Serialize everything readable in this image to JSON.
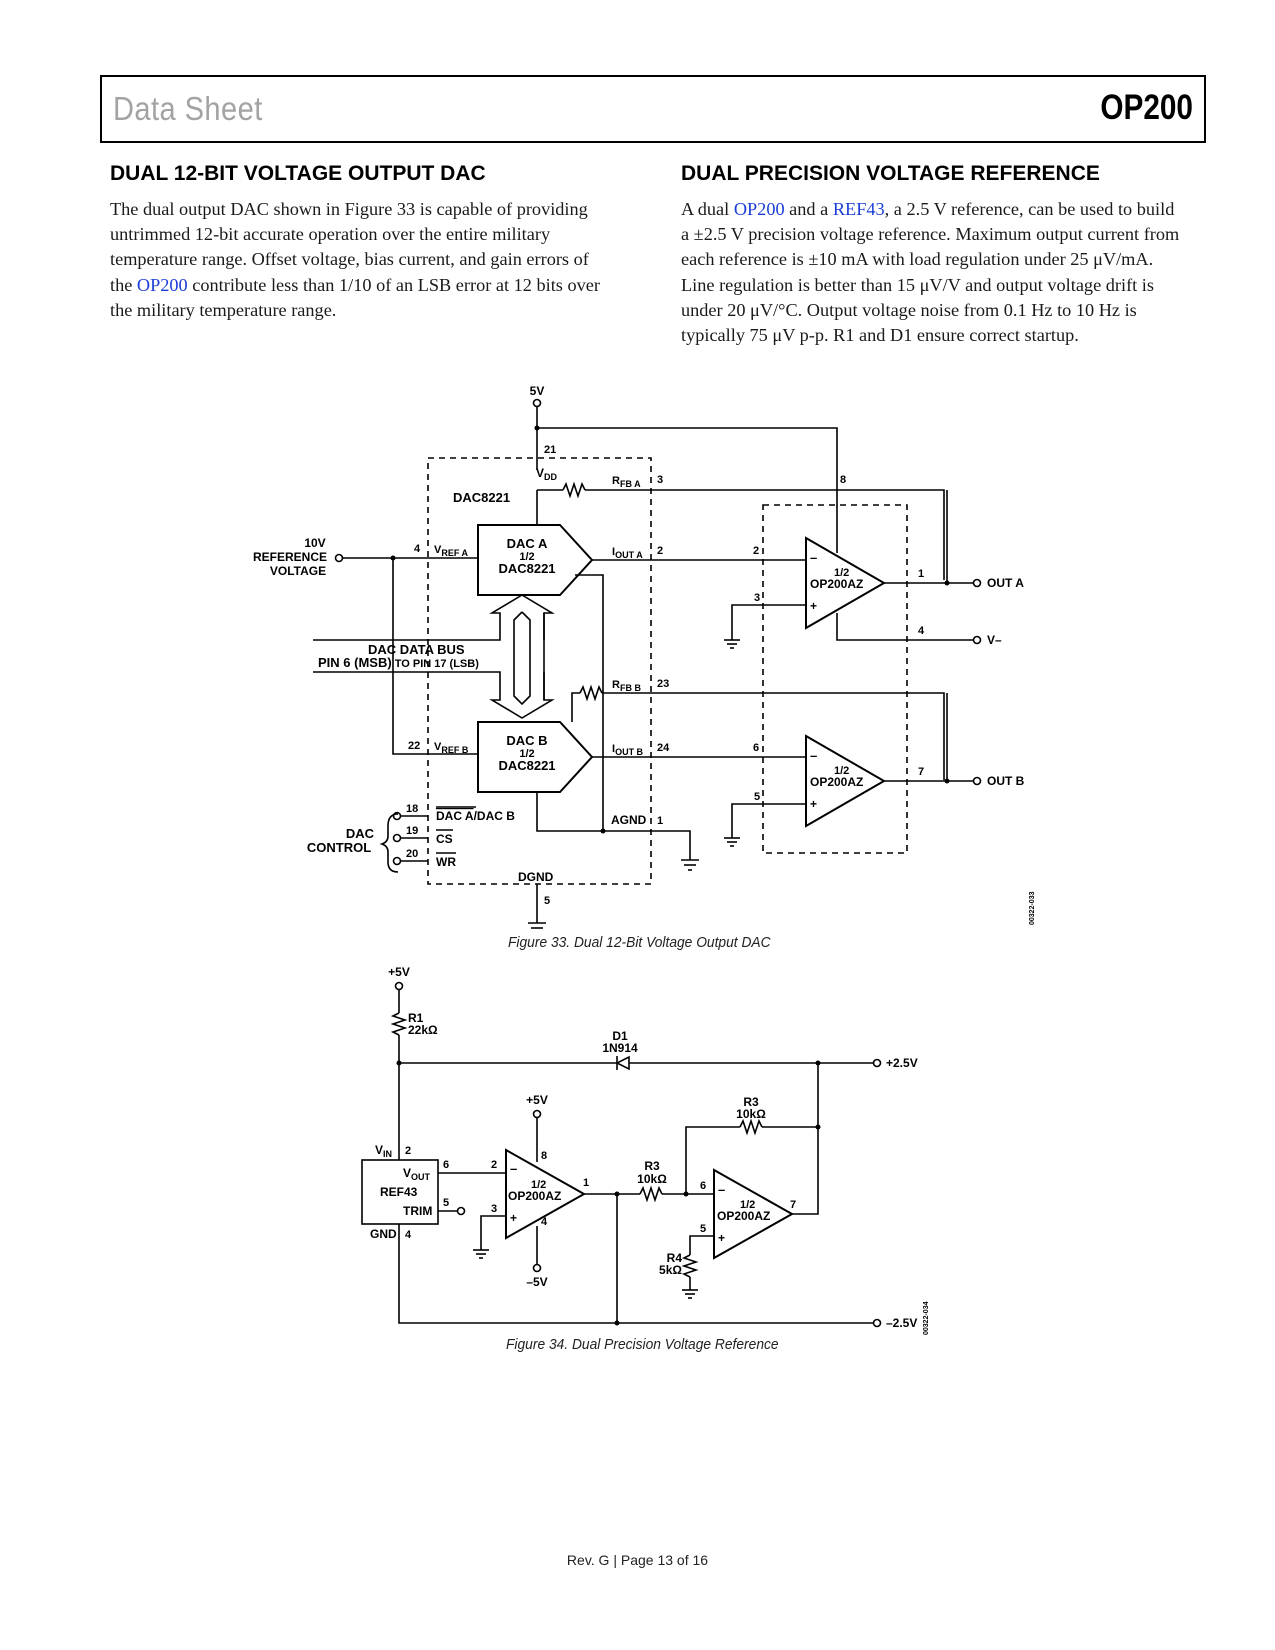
{
  "header": {
    "left_title": "Data Sheet",
    "right_title": "OP200"
  },
  "left_section": {
    "title": "DUAL 12-BIT VOLTAGE OUTPUT DAC",
    "body_1": "The dual output DAC shown in Figure 33 is capable of providing untrimmed 12-bit accurate operation over the entire military temperature range. Offset voltage, bias current, and gain errors of the ",
    "link": "OP200",
    "body_2": " contribute less than 1/10 of an LSB error at 12 bits over the military temperature range."
  },
  "right_section": {
    "title": "DUAL PRECISION VOLTAGE REFERENCE",
    "body_1": "A dual ",
    "link_1": "OP200",
    "body_2": " and a ",
    "link_2": "REF43",
    "body_3": ", a 2.5 V reference, can be used to build a ±2.5 V precision voltage reference. Maximum output current from each reference is ±10 mA with load regulation under 25 μV/mA. Line regulation is better than 15 μV/V and output voltage drift is under 20 μV/°C. Output voltage noise from 0.1 Hz to 10 Hz is typically 75 μV p-p. R1 and D1 ensure correct startup."
  },
  "figure33": {
    "caption": "Figure 33. Dual 12-Bit Voltage Output DAC",
    "code": "00322-033",
    "supply": "5V",
    "chip": "DAC8221",
    "vdd": "V",
    "vdd_sub": "DD",
    "ref_l1": "10V",
    "ref_l2": "REFERENCE",
    "ref_l3": "VOLTAGE",
    "bus_l1": "DAC DATA BUS",
    "bus_l2a": "PIN 6 (MSB)",
    "bus_l2b": " TO PIN 17 (LSB)",
    "dac_a": [
      "DAC A",
      "1/2",
      "DAC8221"
    ],
    "dac_b": [
      "DAC B",
      "1/2",
      "DAC8221"
    ],
    "amp": [
      "1/2",
      "OP200AZ"
    ],
    "v": "V",
    "ref_a_sub": "REF A",
    "ref_b_sub": "REF B",
    "r": "R",
    "rfb_a_sub": "FB A",
    "rfb_b_sub": "FB B",
    "i": "I",
    "iout_a_sub": "OUT A",
    "iout_b_sub": "OUT B",
    "agnd": "AGND",
    "dgnd": "DGND",
    "ctrl_l1": "DAC",
    "ctrl_l2": "CONTROL",
    "sel_a": "DAC A",
    "sel_b": "/DAC B",
    "cs": "CS",
    "wr": "WR",
    "out_a": "OUT A",
    "out_b": "OUT B",
    "vminus": "V–",
    "pins": {
      "p21": "21",
      "p3": "3",
      "p8": "8",
      "p4": "4",
      "p2": "2",
      "p2b": "2",
      "p3b": "3",
      "p1": "1",
      "p4b": "4",
      "p23": "23",
      "p22": "22",
      "p24": "24",
      "p6": "6",
      "p7": "7",
      "p5": "5",
      "p18": "18",
      "p19": "19",
      "p20": "20",
      "p1b": "1",
      "p5b": "5"
    }
  },
  "figure34": {
    "caption": "Figure 34. Dual Precision Voltage Reference",
    "code": "00322-034",
    "plus5": "+5V",
    "minus5": "–5V",
    "r1": "R1",
    "r1v": "22kΩ",
    "d1": "D1",
    "d1v": "1N914",
    "pos_out": "+2.5V",
    "neg_out": "–2.5V",
    "r3": "R3",
    "r3v": "10kΩ",
    "r4": "R4",
    "r4v": "5kΩ",
    "ref": "REF43",
    "vin": "V",
    "vin_sub": "IN",
    "vout": "V",
    "vout_sub": "OUT",
    "trim": "TRIM",
    "gnd": "GND",
    "amp": [
      "1/2",
      "OP200AZ"
    ],
    "pins": {
      "p2": "2",
      "p6": "6",
      "p5": "5",
      "p4": "4",
      "p2b": "2",
      "p3": "3",
      "p8": "8",
      "p1": "1",
      "p4b": "4",
      "p6b": "6",
      "p5b": "5",
      "p7": "7"
    }
  },
  "footer": "Rev. G | Page 13 of 16"
}
